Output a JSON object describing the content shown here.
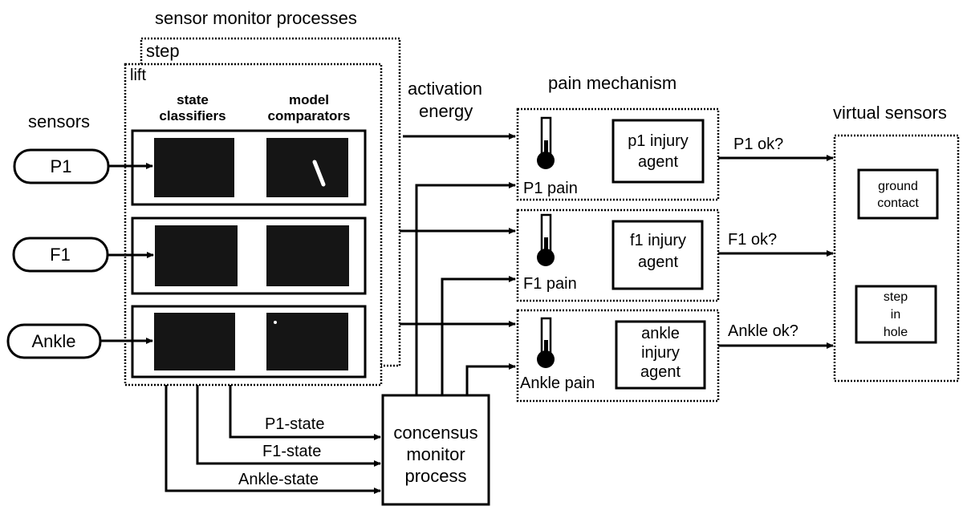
{
  "title": "sensor monitor processes",
  "step_label": "step",
  "lift_label": "lift",
  "col_state": [
    "state",
    "classifiers"
  ],
  "col_model": [
    "model",
    "comparators"
  ],
  "sensors_label": "sensors",
  "sensors": [
    "P1",
    "F1",
    "Ankle"
  ],
  "activation_energy": [
    "activation",
    "energy"
  ],
  "pain_mechanism_label": "pain mechanism",
  "pain_units": [
    {
      "pain": "P1 pain",
      "agent": [
        "p1 injury",
        "agent"
      ],
      "ok": "P1 ok?"
    },
    {
      "pain": "F1 pain",
      "agent": [
        "f1 injury",
        "agent"
      ],
      "ok": "F1 ok?"
    },
    {
      "pain": "Ankle pain",
      "agent": [
        "ankle",
        "injury",
        "agent"
      ],
      "ok": "Ankle ok?"
    }
  ],
  "virtual_sensors_label": "virtual sensors",
  "virtual_sensors": [
    [
      "ground",
      "contact"
    ],
    [
      "step",
      "in",
      "hole"
    ]
  ],
  "state_signals": [
    "P1-state",
    "F1-state",
    "Ankle-state"
  ],
  "consensus": [
    "concensus",
    "monitor",
    "process"
  ]
}
